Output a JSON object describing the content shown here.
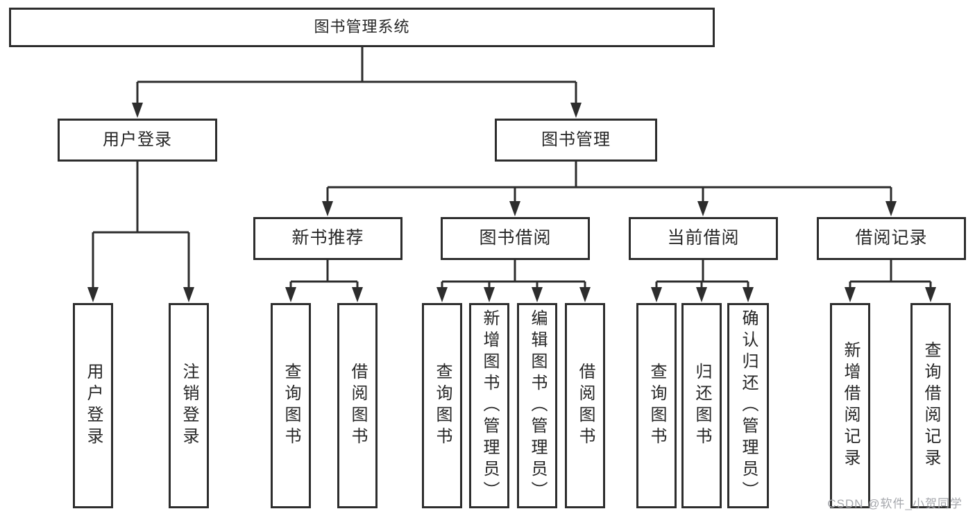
{
  "page": {
    "watermark": "CSDN @软件_小贺同学"
  },
  "diagram": {
    "type": "hierarchy-tree",
    "root": "图书管理系统",
    "branches": [
      {
        "label": "用户登录",
        "children": [
          "用户登录",
          "注销登录"
        ]
      },
      {
        "label": "图书管理",
        "sections": [
          {
            "label": "新书推荐",
            "children": [
              "查询图书",
              "借阅图书"
            ]
          },
          {
            "label": "图书借阅",
            "children": [
              "查询图书",
              "新增图书（管理员）",
              "编辑图书（管理员）",
              "借阅图书"
            ]
          },
          {
            "label": "当前借阅",
            "children": [
              "查询图书",
              "归还图书",
              "确认归还（管理员）"
            ]
          },
          {
            "label": "借阅记录",
            "children": [
              "新增借阅记录",
              "查询借阅记录"
            ]
          }
        ]
      }
    ],
    "colors": {
      "line": "#2d2d2d",
      "text": "#262626",
      "background": "#ffffff",
      "watermark": "#a5a7ac"
    }
  }
}
